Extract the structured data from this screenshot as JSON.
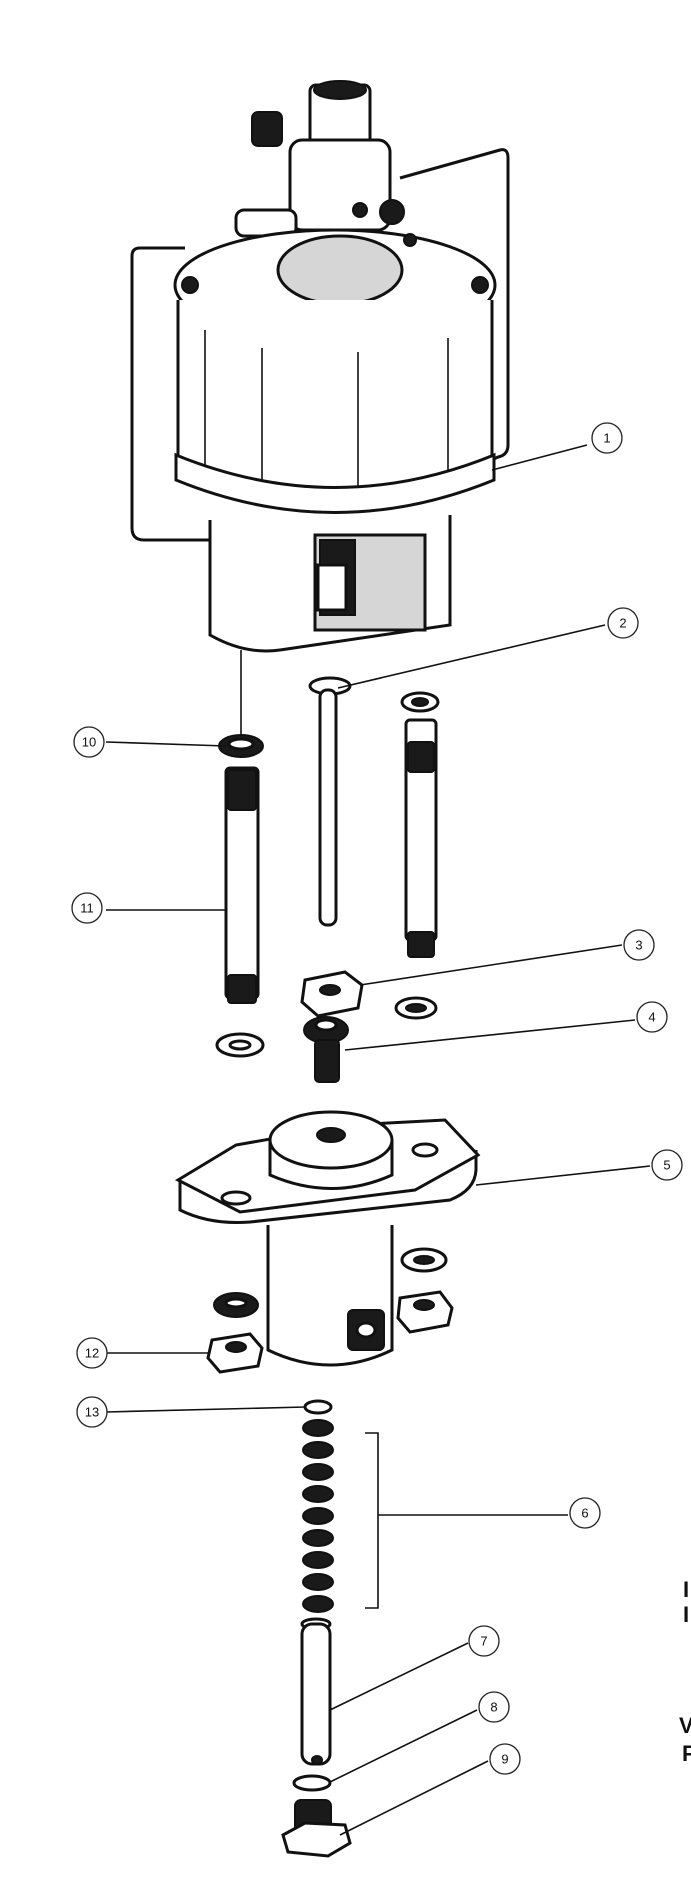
{
  "callouts": [
    {
      "number": "1",
      "part": "pump-assembly"
    },
    {
      "number": "2",
      "part": "plunger-rod"
    },
    {
      "number": "3",
      "part": "hex-nut"
    },
    {
      "number": "4",
      "part": "screw"
    },
    {
      "number": "5",
      "part": "mounting-flange-body"
    },
    {
      "number": "6",
      "part": "seal-stack"
    },
    {
      "number": "7",
      "part": "plunger"
    },
    {
      "number": "8",
      "part": "o-ring"
    },
    {
      "number": "9",
      "part": "hex-plug"
    },
    {
      "number": "10",
      "part": "washer"
    },
    {
      "number": "11",
      "part": "tie-rod"
    },
    {
      "number": "12",
      "part": "hex-nut"
    },
    {
      "number": "13",
      "part": "seal-ring"
    }
  ],
  "edge_text": [
    "I",
    "I",
    "V",
    "F"
  ]
}
